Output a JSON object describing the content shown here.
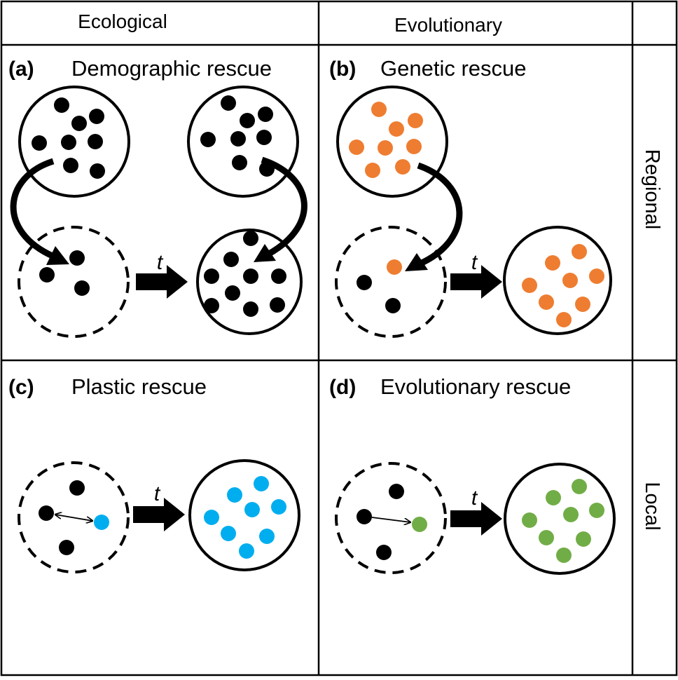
{
  "headers": {
    "col1": "Ecological",
    "col2": "Evolutionary",
    "row1": "Regional",
    "row2": "Local"
  },
  "panels": {
    "a": {
      "label": "(a)",
      "title": "Demographic rescue"
    },
    "b": {
      "label": "(b)",
      "title": "Genetic rescue"
    },
    "c": {
      "label": "(c)",
      "title": "Plastic rescue"
    },
    "d": {
      "label": "(d)",
      "title": "Evolutionary rescue"
    }
  },
  "time_label": "t",
  "colors": {
    "black": "#000000",
    "orange": "#ee7d31",
    "blue": "#00aeef",
    "green": "#71ad47"
  }
}
